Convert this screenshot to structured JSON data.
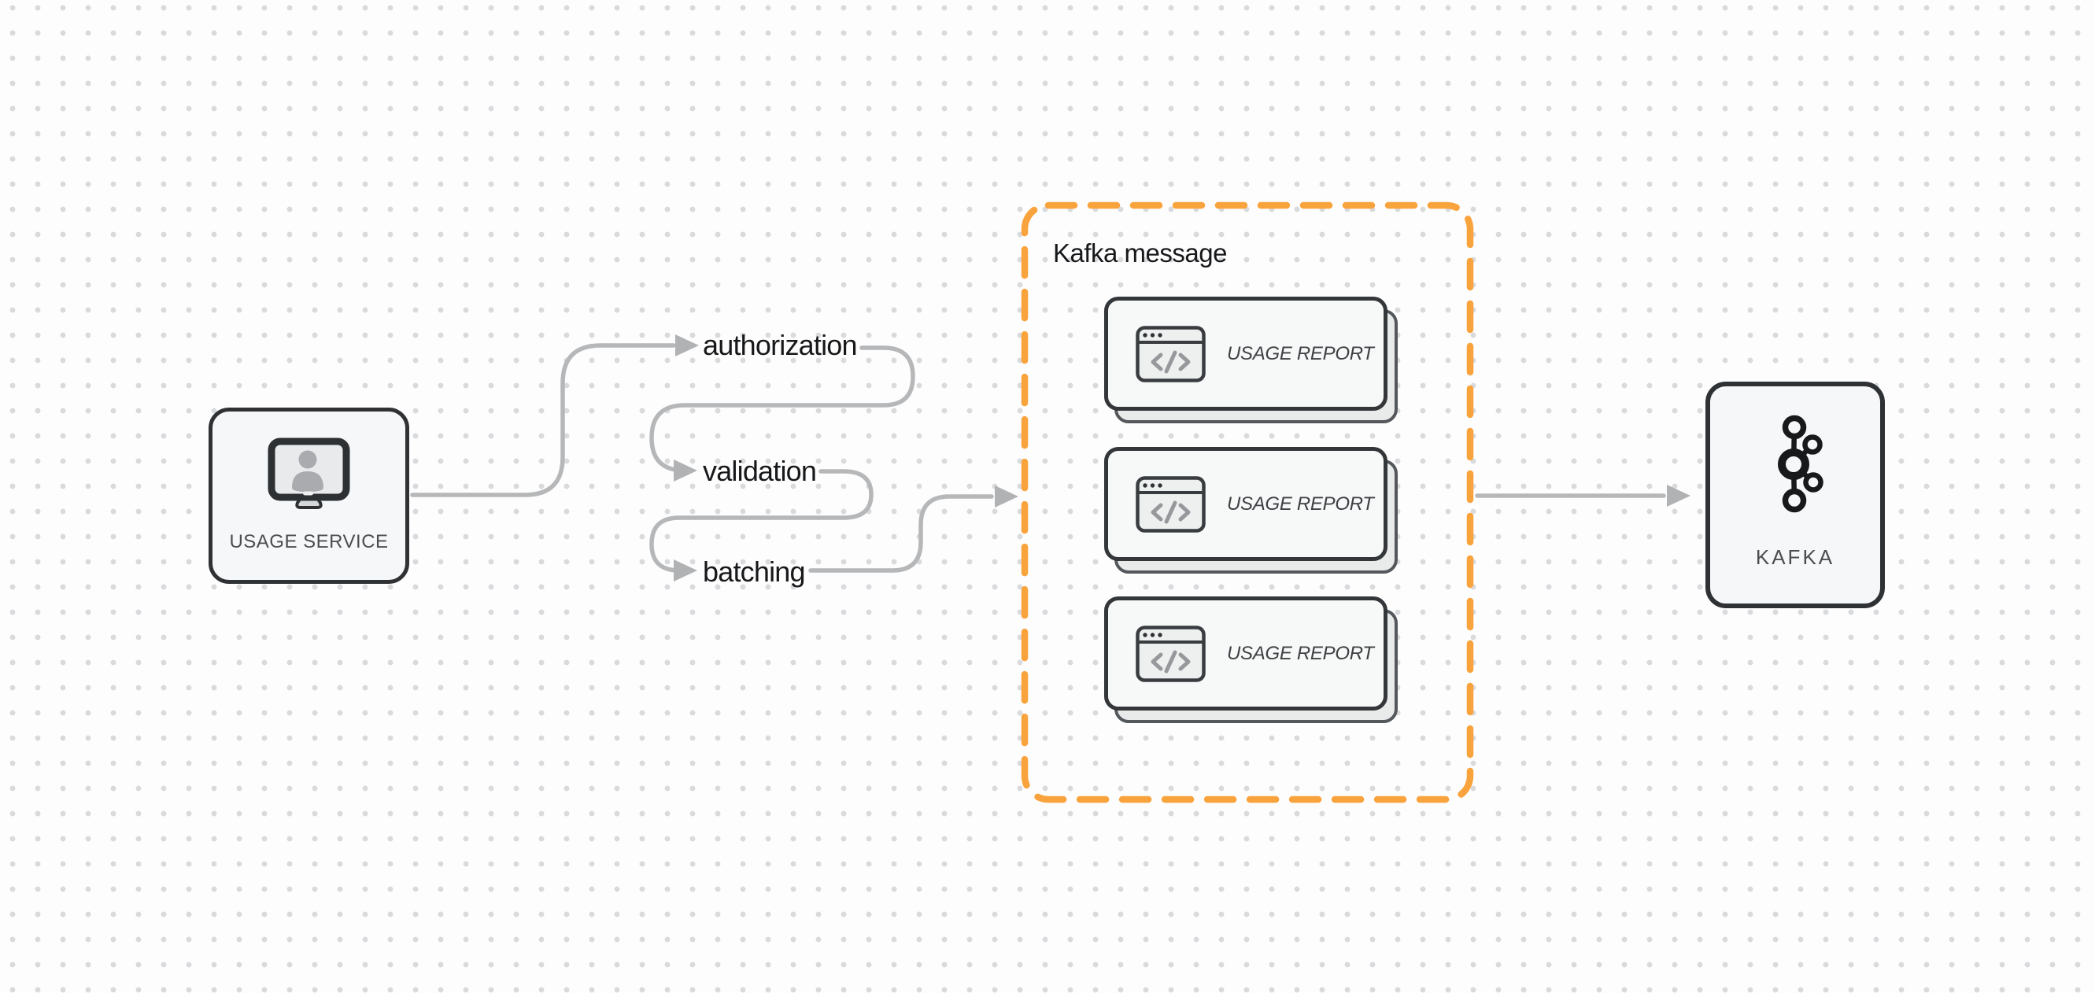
{
  "colors": {
    "background": "#fdfdfe",
    "dot": "#d9dadc",
    "connector": "#b5b7b8",
    "arrowhead": "#b0b2b4",
    "accent_orange": "#f9a33c",
    "node_border": "#2f3235",
    "node_fill": "#f6f7f8",
    "card_border": "#33373a",
    "card_fill": "#f7f8f8",
    "shadow_fill": "#e9eaea",
    "shadow_border": "#54585c",
    "label_dark": "#17181a",
    "caps_text": "#4b4e51",
    "report_text": "#3e4144"
  },
  "nodes": {
    "usage_service": {
      "label": "USAGE SERVICE",
      "icon": "monitor-user-icon"
    },
    "kafka": {
      "label": "KAFKA",
      "icon": "kafka-logo-icon"
    }
  },
  "pipeline_steps": [
    {
      "label": "authorization"
    },
    {
      "label": "validation"
    },
    {
      "label": "batching"
    }
  ],
  "kafka_message_group": {
    "title": "Kafka message",
    "cards": [
      {
        "label": "USAGE REPORT",
        "icon": "code-window-icon"
      },
      {
        "label": "USAGE REPORT",
        "icon": "code-window-icon"
      },
      {
        "label": "USAGE REPORT",
        "icon": "code-window-icon"
      }
    ]
  }
}
